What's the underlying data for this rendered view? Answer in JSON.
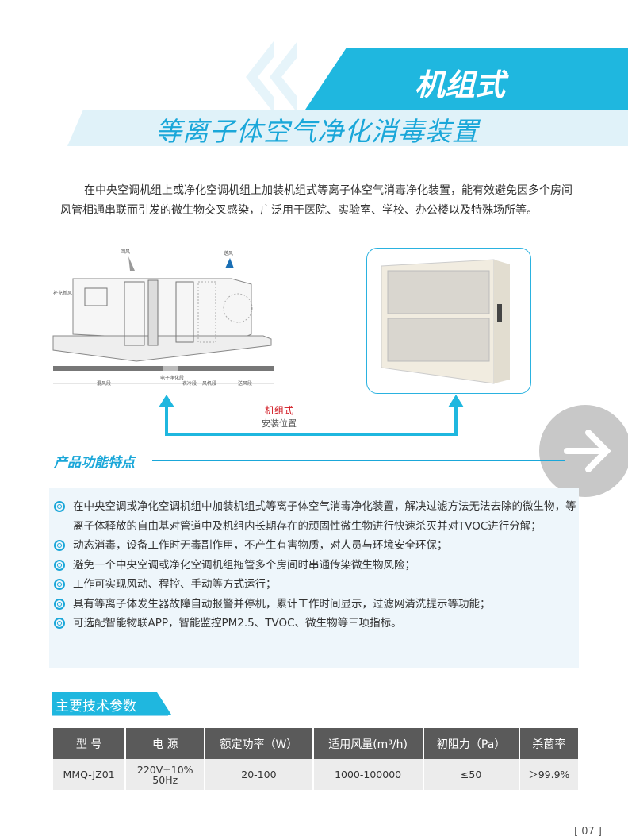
{
  "header": {
    "title": "机组式",
    "subtitle": "等离子体空气净化消毒装置"
  },
  "intro": "在中央空调机组上或净化空调机组上加装机组式等离子体空气消毒净化装置，能有效避免因多个房间风管相通串联而引发的微生物交叉感染，广泛用于医院、实验室、学校、办公楼以及特殊场所等。",
  "diagram": {
    "labels": {
      "return_air": "回风",
      "supply_air": "送风",
      "fresh_air": "补充新风",
      "mixing": "混风段",
      "purify": "电子净化段",
      "cooling": "表冷段",
      "fan": "风机段",
      "supply": "送风段"
    }
  },
  "install": {
    "label": "机组式",
    "sub": "安装位置"
  },
  "features": {
    "title": "产品功能特点",
    "items": [
      "在中央空调或净化空调机组中加装机组式等离子体空气消毒净化装置，解决过滤方法无法去除的微生物，等离子体释放的自由基对管道中及机组内长期存在的顽固性微生物进行快速杀灭并对TVOC进行分解；",
      "动态消毒，设备工作时无毒副作用，不产生有害物质，对人员与环境安全环保；",
      "避免一个中央空调或净化空调机组拖管多个房间时串通传染微生物风险；",
      "工作可实现风动、程控、手动等方式运行；",
      "具有等离子体发生器故障自动报警并停机，累计工作时间显示，过滤网清洗提示等功能；",
      "可选配智能物联APP，智能监控PM2.5、TVOC、微生物等三项指标。"
    ]
  },
  "specs": {
    "title": "主要技术参数",
    "headers": [
      "型 号",
      "电 源",
      "额定功率（W）",
      "适用风量(m³/h)",
      "初阻力（Pa）",
      "杀菌率"
    ],
    "row": [
      "MMQ-JZ01",
      "220V±10%\n50Hz",
      "20-100",
      "1000-100000",
      "≤50",
      "＞99.9%"
    ]
  },
  "page_number": "[ 07 ]",
  "colors": {
    "accent": "#1fb7df",
    "table_header": "#5a5a5a"
  }
}
